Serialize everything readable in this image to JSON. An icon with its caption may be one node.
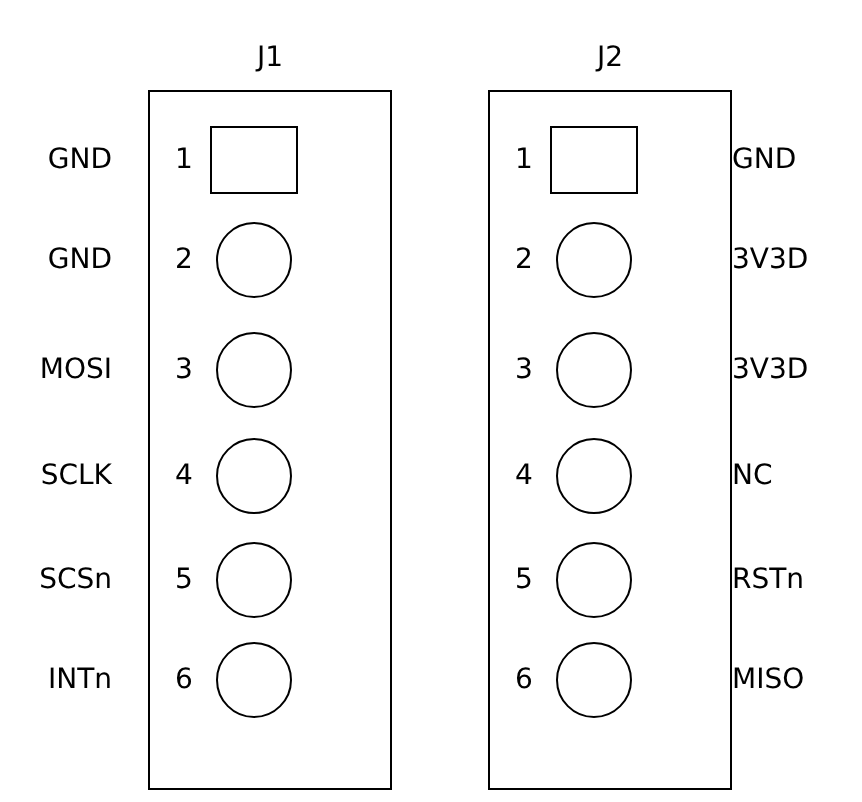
{
  "diagram": {
    "nodes": [
      {
        "text": [
          "J1"
        ]
      },
      {
        "text": [],
        "shape": "box",
        "in": 0,
        "beside": [
          "1"
        ]
      },
      {
        "text": [],
        "shape": "circle",
        "in": 0,
        "beside": [
          "2"
        ]
      },
      {
        "text": [],
        "shape": "circle",
        "in": 0,
        "beside": [
          "3"
        ]
      },
      {
        "text": [],
        "shape": "circle",
        "in": 0,
        "beside": [
          "4"
        ]
      },
      {
        "text": [],
        "shape": "circle",
        "in": 0,
        "beside": [
          "5"
        ]
      },
      {
        "text": [],
        "shape": "circle",
        "in": 0,
        "beside": [
          "6"
        ]
      },
      {
        "text": [
          "J2"
        ]
      },
      {
        "text": [],
        "shape": "box",
        "in": 7,
        "beside": [
          "1"
        ]
      },
      {
        "text": [],
        "shape": "circle",
        "in": 7,
        "beside": [
          "2"
        ]
      },
      {
        "text": [],
        "shape": "circle",
        "in": 7,
        "beside": [
          "3"
        ]
      },
      {
        "text": [],
        "shape": "circle",
        "in": 7,
        "beside": [
          "4"
        ]
      },
      {
        "text": [],
        "shape": "circle",
        "in": 7,
        "beside": [
          "5"
        ]
      },
      {
        "text": [],
        "shape": "circle",
        "in": 7,
        "beside": [
          "6"
        ]
      }
    ],
    "labels": [
      "GND",
      "GND",
      "GND",
      "3V3D",
      "MOSI",
      "3V3D",
      "SCLK",
      "NC",
      "SCSn",
      "RSTn",
      "INTn",
      "MISO"
    ]
  }
}
